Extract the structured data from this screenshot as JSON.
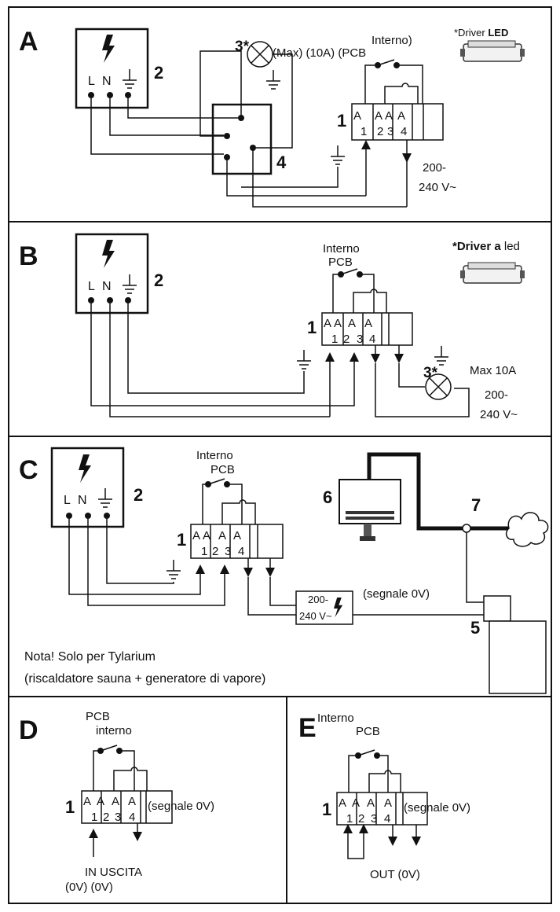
{
  "panels": {
    "A": {
      "letter": "A",
      "lamp_label": "3*",
      "lamp_text": "(Max) (10A) (PCB",
      "pcb_text": "Interno)",
      "driver_prefix": "*Driver ",
      "driver_bold": "LED",
      "supply_num": "2",
      "junction_num": "4",
      "terminal_num": "1",
      "voltage_line1": "200-",
      "voltage_line2": "240 V~"
    },
    "B": {
      "letter": "B",
      "pcb_line1": "Interno",
      "pcb_line2": "PCB",
      "driver_bold": "*Driver a",
      "driver_rest": " led",
      "supply_num": "2",
      "terminal_num": "1",
      "lamp_label": "3*",
      "max_text": "Max 10A",
      "voltage_line1": "200-",
      "voltage_line2": "240 V~"
    },
    "C": {
      "letter": "C",
      "pcb_line1": "Interno",
      "pcb_line2": "PCB",
      "supply_num": "2",
      "terminal_num": "1",
      "steam_num": "6",
      "sensor_num": "7",
      "control_num": "5",
      "relay_line1": "200-",
      "relay_line2": "240 V~",
      "signal_text": "(segnale 0V)",
      "note_line1": "Nota! Solo per Tylarium",
      "note_line2": "(riscaldatore sauna + generatore di vapore)"
    },
    "D": {
      "letter": "D",
      "pcb_line1": "PCB",
      "pcb_line2": "interno",
      "terminal_num": "1",
      "signal_text": "(segnale 0V)",
      "io_line1": "IN USCITA",
      "io_line2": "(0V) (0V)"
    },
    "E": {
      "letter": "E",
      "pcb_line1": "Interno",
      "pcb_line2": "PCB",
      "terminal_num": "1",
      "signal_text": "(segnale 0V)",
      "out_text": "OUT (0V)"
    }
  },
  "labels": {
    "L": "L",
    "N": "N",
    "A": "A",
    "t1": "1",
    "t2": "2",
    "t3": "3",
    "t4": "4"
  }
}
